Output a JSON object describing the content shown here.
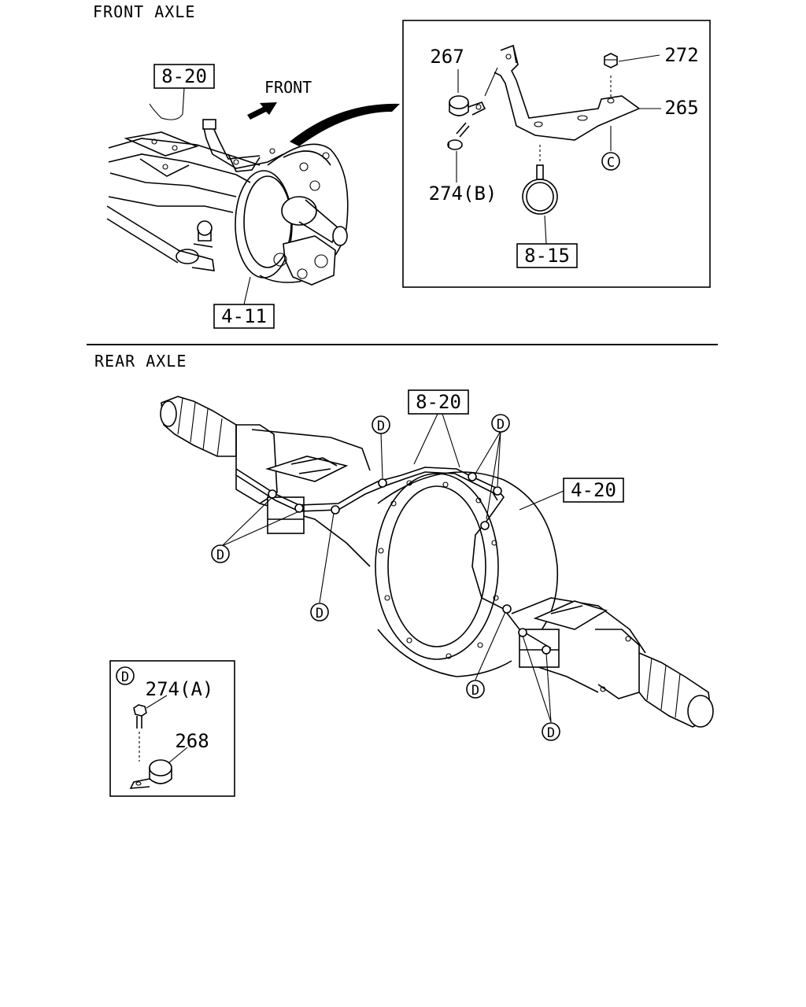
{
  "sections": {
    "front_title": "FRONT  AXLE",
    "rear_title": "REAR  AXLE",
    "front_direction_label": "FRONT"
  },
  "refs": {
    "front_brake_pipe": "8-20",
    "front_backing_plate": "4-11",
    "inset_clip": "8-15",
    "rear_brake_pipe": "8-20",
    "rear_axle_case": "4-20"
  },
  "parts": {
    "clip_267": "267",
    "nut_272": "272",
    "bracket_265": "265",
    "bolt_274b": "274(B)",
    "bolt_274a": "274(A)",
    "clip_268": "268"
  },
  "markers": {
    "c": "C",
    "d": "D"
  }
}
